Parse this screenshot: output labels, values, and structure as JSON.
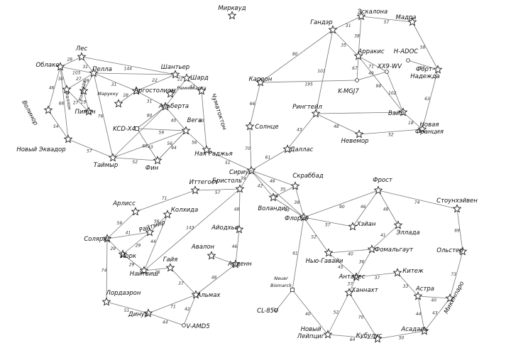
{
  "systems": [
    {
      "id": "mirkvud",
      "name": "Мирквуд",
      "kind": "star"
    },
    {
      "id": "gandzer",
      "name": "Гандэр",
      "kind": "star"
    },
    {
      "id": "eskalona",
      "name": "Эскалона",
      "kind": "star"
    },
    {
      "id": "madra",
      "name": "Мадра",
      "kind": "star"
    },
    {
      "id": "arrakis",
      "name": "Арракис",
      "kind": "star"
    },
    {
      "id": "h_adoc",
      "name": "H-ADOC",
      "kind": "circle"
    },
    {
      "id": "fort",
      "name": "Форт-\nНадежда",
      "kind": "star"
    },
    {
      "id": "xx9",
      "name": "XX9-WV",
      "kind": "circle"
    },
    {
      "id": "kmgj7",
      "name": "K-MGJ7",
      "kind": "circle"
    },
    {
      "id": "vail",
      "name": "Вайл",
      "kind": "star"
    },
    {
      "id": "nfrance",
      "name": "Новая\nФранция",
      "kind": "star"
    },
    {
      "id": "karеon",
      "name": "Кареон",
      "kind": "star"
    },
    {
      "id": "ringteil",
      "name": "Рингтейл",
      "kind": "star"
    },
    {
      "id": "solnce",
      "name": "Солнце",
      "kind": "star"
    },
    {
      "id": "nevemor",
      "name": "Невемор",
      "kind": "star"
    },
    {
      "id": "dallas",
      "name": "Даллас",
      "kind": "star"
    },
    {
      "id": "les",
      "name": "Лес",
      "kind": "star"
    },
    {
      "id": "oblako",
      "name": "Облако",
      "kind": "star"
    },
    {
      "id": "pella",
      "name": "Пелла",
      "kind": "star"
    },
    {
      "id": "shantier",
      "name": "Шантьер",
      "kind": "star"
    },
    {
      "id": "shard",
      "name": "Шард",
      "kind": "star"
    },
    {
      "id": "argostolion",
      "name": "Аргостолион",
      "kind": "star"
    },
    {
      "id": "fallon",
      "name": "Фаллон",
      "kind": "star"
    },
    {
      "id": "kolyada",
      "name": "Колъяда",
      "kind": "star"
    },
    {
      "id": "marukku",
      "name": "Марукку",
      "kind": "star"
    },
    {
      "id": "rammekarta",
      "name": "Раммекарта",
      "kind": "star"
    },
    {
      "id": "alberta",
      "name": "Альберта",
      "kind": "star"
    },
    {
      "id": "chumatoktok",
      "name": "Чуматоктон",
      "kind": "star"
    },
    {
      "id": "pimon",
      "name": "Пимон",
      "kind": "star"
    },
    {
      "id": "volinor",
      "name": "Волинор",
      "kind": "star"
    },
    {
      "id": "kcd",
      "name": "KCD-X4",
      "kind": "square"
    },
    {
      "id": "vega",
      "name": "Вега",
      "kind": "star"
    },
    {
      "id": "necuador",
      "name": "Новый Эквадор",
      "kind": "star"
    },
    {
      "id": "taimyr",
      "name": "Таймыр",
      "kind": "star"
    },
    {
      "id": "fin",
      "name": "Фин",
      "kind": "star"
    },
    {
      "id": "nradzha",
      "name": "Ная Раджья",
      "kind": "star"
    },
    {
      "id": "sirius",
      "name": "Сириус",
      "kind": "star"
    },
    {
      "id": "skrabbad",
      "name": "Скраббад",
      "kind": "star"
    },
    {
      "id": "volandis",
      "name": "Воландис",
      "kind": "star"
    },
    {
      "id": "ittegost",
      "name": "Иттегост",
      "kind": "star"
    },
    {
      "id": "bristol",
      "name": "Бристоль",
      "kind": "star"
    },
    {
      "id": "frost",
      "name": "Фрост",
      "kind": "star"
    },
    {
      "id": "stounh",
      "name": "Стоунхэйвен",
      "kind": "star"
    },
    {
      "id": "arliss",
      "name": "Арлисс",
      "kind": "star"
    },
    {
      "id": "kolhida",
      "name": "Колхида",
      "kind": "star"
    },
    {
      "id": "raitmir",
      "name": "Райтмир",
      "kind": "star"
    },
    {
      "id": "floria",
      "name": "Флория",
      "kind": "star"
    },
    {
      "id": "heyan",
      "name": "Хэйан",
      "kind": "star"
    },
    {
      "id": "ellada",
      "name": "Эллада",
      "kind": "star"
    },
    {
      "id": "aiodhye",
      "name": "Айодхья",
      "kind": "star"
    },
    {
      "id": "solaris",
      "name": "Солярис",
      "kind": "star"
    },
    {
      "id": "york",
      "name": "Йорк",
      "kind": "star"
    },
    {
      "id": "ngavai",
      "name": "Нью-Гавайи",
      "kind": "star"
    },
    {
      "id": "fomalgaut",
      "name": "Фомальгаут",
      "kind": "star"
    },
    {
      "id": "olster",
      "name": "Ольстер",
      "kind": "star"
    },
    {
      "id": "avalon",
      "name": "Авалон",
      "kind": "star"
    },
    {
      "id": "gaiya",
      "name": "Гайя",
      "kind": "star"
    },
    {
      "id": "naitvish",
      "name": "Найтвиш",
      "kind": "star"
    },
    {
      "id": "arden",
      "name": "Арденн",
      "kind": "star"
    },
    {
      "id": "antares",
      "name": "Антарес",
      "kind": "star"
    },
    {
      "id": "kitezh",
      "name": "Китеж",
      "kind": "star"
    },
    {
      "id": "neuer",
      "name": "Neuer\nBismarck",
      "kind": "square"
    },
    {
      "id": "almah",
      "name": "Альмах",
      "kind": "star"
    },
    {
      "id": "lordazeron",
      "name": "Лордаэрон",
      "kind": "star"
    },
    {
      "id": "hannakht",
      "name": "Ханнахт",
      "kind": "star"
    },
    {
      "id": "astra",
      "name": "Астра",
      "kind": "star"
    },
    {
      "id": "mikenparo",
      "name": "Микенпаро",
      "kind": "star"
    },
    {
      "id": "dinur",
      "name": "Динур",
      "kind": "star"
    },
    {
      "id": "vamd5",
      "name": "V-AMD5",
      "kind": "circle"
    },
    {
      "id": "cl85v",
      "name": "CL-85V",
      "kind": "circle"
    },
    {
      "id": "nleipcig",
      "name": "Новый\nЛейпциг",
      "kind": "star"
    },
    {
      "id": "kubulus",
      "name": "Кубулус",
      "kind": "star"
    },
    {
      "id": "asadal",
      "name": "Асадаль",
      "kind": "star"
    }
  ],
  "routes": [
    {
      "a": "gandzer",
      "b": "eskalona",
      "w": "31"
    },
    {
      "a": "eskalona",
      "b": "madra",
      "w": "57"
    },
    {
      "a": "madra",
      "b": "fort",
      "w": "58"
    },
    {
      "a": "eskalona",
      "b": "arrakis",
      "w": "38"
    },
    {
      "a": "gandzer",
      "b": "arrakis",
      "w": "35"
    },
    {
      "a": "h_adoc",
      "b": "fort",
      "w": "37"
    },
    {
      "a": "arrakis",
      "b": "xx9",
      "w": "71"
    },
    {
      "a": "arrakis",
      "b": "kmgj7",
      "w": "67"
    },
    {
      "a": "arrakis",
      "b": "vail",
      "w": "98"
    },
    {
      "a": "xx9",
      "b": "kmgj7",
      "w": "49"
    },
    {
      "a": "xx9",
      "b": "vail",
      "w": "102"
    },
    {
      "a": "fort",
      "b": "nfrance",
      "w": "63"
    },
    {
      "a": "vail",
      "b": "nfrance",
      "w": "18"
    },
    {
      "a": "gandzer",
      "b": "karеon",
      "w": "80"
    },
    {
      "a": "gandzer",
      "b": "ringteil",
      "w": "101"
    },
    {
      "a": "karеon",
      "b": "kmgj7",
      "w": "195"
    },
    {
      "a": "karеon",
      "b": "solnce",
      "w": "66"
    },
    {
      "a": "ringteil",
      "b": "vail",
      "w": ""
    },
    {
      "a": "ringteil",
      "b": "dallas",
      "w": "43"
    },
    {
      "a": "ringteil",
      "b": "nevemor",
      "w": "48"
    },
    {
      "a": "nevemor",
      "b": "nfrance",
      "w": "52"
    },
    {
      "a": "solnce",
      "b": "sirius",
      "w": "70"
    },
    {
      "a": "dallas",
      "b": "sirius",
      "w": "61"
    },
    {
      "a": "les",
      "b": "oblako",
      "w": "28"
    },
    {
      "a": "les",
      "b": "pella",
      "w": "31"
    },
    {
      "a": "les",
      "b": "shantier",
      "w": "144"
    },
    {
      "a": "oblako",
      "b": "pella",
      "w": "103"
    },
    {
      "a": "oblako",
      "b": "fallon",
      "w": "30"
    },
    {
      "a": "oblako",
      "b": "volinor",
      "w": "46"
    },
    {
      "a": "oblako",
      "b": "necuador",
      "w": "66"
    },
    {
      "a": "pella",
      "b": "fallon",
      "w": "27"
    },
    {
      "a": "pella",
      "b": "kolyada",
      "w": "29"
    },
    {
      "a": "pella",
      "b": "argostolion",
      "w": "31"
    },
    {
      "a": "pella",
      "b": "taimyr",
      "w": "76"
    },
    {
      "a": "pella",
      "b": "shantier",
      "w": ""
    },
    {
      "a": "shantier",
      "b": "shard",
      "w": "22"
    },
    {
      "a": "shantier",
      "b": "argostolion",
      "w": "22"
    },
    {
      "a": "shard",
      "b": "alberta",
      "w": "42"
    },
    {
      "a": "shard",
      "b": "chumatoktok",
      "w": "43"
    },
    {
      "a": "argostolion",
      "b": "alberta",
      "w": "31"
    },
    {
      "a": "argostolion",
      "b": "marukku",
      "w": "28"
    },
    {
      "a": "kolyada",
      "b": "pimon",
      "w": "19"
    },
    {
      "a": "fallon",
      "b": "pimon",
      "w": "27"
    },
    {
      "a": "alberta",
      "b": "kcd",
      "w": "80"
    },
    {
      "a": "alberta",
      "b": "vega",
      "w": "40"
    },
    {
      "a": "volinor",
      "b": "necuador",
      "w": "54"
    },
    {
      "a": "necuador",
      "b": "taimyr",
      "w": "57"
    },
    {
      "a": "kcd",
      "b": "vega",
      "w": "59"
    },
    {
      "a": "kcd",
      "b": "fin",
      "w": "66"
    },
    {
      "a": "taimyr",
      "b": "fin",
      "w": "52"
    },
    {
      "a": "taimyr",
      "b": "vega",
      "w": "43"
    },
    {
      "a": "fin",
      "b": "vega",
      "w": "94"
    },
    {
      "a": "taimyr",
      "b": "alberta",
      "w": ""
    },
    {
      "a": "vega",
      "b": "nradzha",
      "w": "56"
    },
    {
      "a": "vega",
      "b": "fin",
      "w": "56"
    },
    {
      "a": "chumatoktok",
      "b": "nradzha",
      "w": "60"
    },
    {
      "a": "nradzha",
      "b": "sirius",
      "w": "51"
    },
    {
      "a": "sirius",
      "b": "skrabbad",
      "w": "49"
    },
    {
      "a": "sirius",
      "b": "volandis",
      "w": "42"
    },
    {
      "a": "sirius",
      "b": "bristol",
      "w": "39"
    },
    {
      "a": "sirius",
      "b": "floria",
      "w": "46"
    },
    {
      "a": "skrabbad",
      "b": "volandis",
      "w": "35"
    },
    {
      "a": "skrabbad",
      "b": "floria",
      "w": "39"
    },
    {
      "a": "volandis",
      "b": "floria",
      "w": "43"
    },
    {
      "a": "ittegost",
      "b": "bristol",
      "w": "57"
    },
    {
      "a": "bristol",
      "b": "aiodhye",
      "w": "48"
    },
    {
      "a": "bristol",
      "b": "naitvish",
      "w": "143"
    },
    {
      "a": "ittegost",
      "b": "arliss",
      "w": "71"
    },
    {
      "a": "arliss",
      "b": "solaris",
      "w": "59"
    },
    {
      "a": "kolhida",
      "b": "raitmir",
      "w": "56"
    },
    {
      "a": "kolhida",
      "b": "naitvish",
      "w": "44"
    },
    {
      "a": "raitmir",
      "b": "solaris",
      "w": "41"
    },
    {
      "a": "solaris",
      "b": "york",
      "w": "29"
    },
    {
      "a": "solaris",
      "b": "lordazeron",
      "w": "74"
    },
    {
      "a": "york",
      "b": "raitmir",
      "w": "29"
    },
    {
      "a": "york",
      "b": "naitvish",
      "w": "29"
    },
    {
      "a": "naitvish",
      "b": "gaiya",
      "w": "26"
    },
    {
      "a": "aiodhye",
      "b": "arden",
      "w": "46"
    },
    {
      "a": "avalon",
      "b": "arden",
      "w": ""
    },
    {
      "a": "arden",
      "b": "almah",
      "w": "48"
    },
    {
      "a": "gaiya",
      "b": "almah",
      "w": "37"
    },
    {
      "a": "lordazeron",
      "b": "dinur",
      "w": "51"
    },
    {
      "a": "dinur",
      "b": "almah",
      "w": "71"
    },
    {
      "a": "dinur",
      "b": "vamd5",
      "w": "44"
    },
    {
      "a": "almah",
      "b": "vamd5",
      "w": "42"
    },
    {
      "a": "floria",
      "b": "frost",
      "w": "90"
    },
    {
      "a": "floria",
      "b": "heyan",
      "w": "57"
    },
    {
      "a": "floria",
      "b": "ngavai",
      "w": "52"
    },
    {
      "a": "floria",
      "b": "neuer",
      "w": "61"
    },
    {
      "a": "frost",
      "b": "heyan",
      "w": "46"
    },
    {
      "a": "frost",
      "b": "ellada",
      "w": "48"
    },
    {
      "a": "frost",
      "b": "stounh",
      "w": "74"
    },
    {
      "a": "ellada",
      "b": "fomalgaut",
      "w": "41"
    },
    {
      "a": "ngavai",
      "b": "fomalgaut",
      "w": "40"
    },
    {
      "a": "ngavai",
      "b": "antares",
      "w": "45"
    },
    {
      "a": "fomalgaut",
      "b": "antares",
      "w": "36"
    },
    {
      "a": "stounh",
      "b": "olster",
      "w": "69"
    },
    {
      "a": "antares",
      "b": "kitezh",
      "w": "37"
    },
    {
      "a": "antares",
      "b": "hannakht",
      "w": "37"
    },
    {
      "a": "kitezh",
      "b": "astra",
      "w": "33"
    },
    {
      "a": "olster",
      "b": "mikenparo",
      "w": "73"
    },
    {
      "a": "astra",
      "b": "mikenparo",
      "w": "40"
    },
    {
      "a": "astra",
      "b": "asadal",
      "w": "44"
    },
    {
      "a": "mikenparo",
      "b": "asadal",
      "w": "43"
    },
    {
      "a": "hannakht",
      "b": "nleipcig",
      "w": "52"
    },
    {
      "a": "hannakht",
      "b": "kubulus",
      "w": "70"
    },
    {
      "a": "neuer",
      "b": "nleipcig",
      "w": "40"
    },
    {
      "a": "nleipcig",
      "b": "kubulus",
      "w": "64"
    },
    {
      "a": "kubulus",
      "b": "asadal",
      "w": "50"
    },
    {
      "a": "cl85v",
      "b": "neuer",
      "w": ""
    }
  ]
}
